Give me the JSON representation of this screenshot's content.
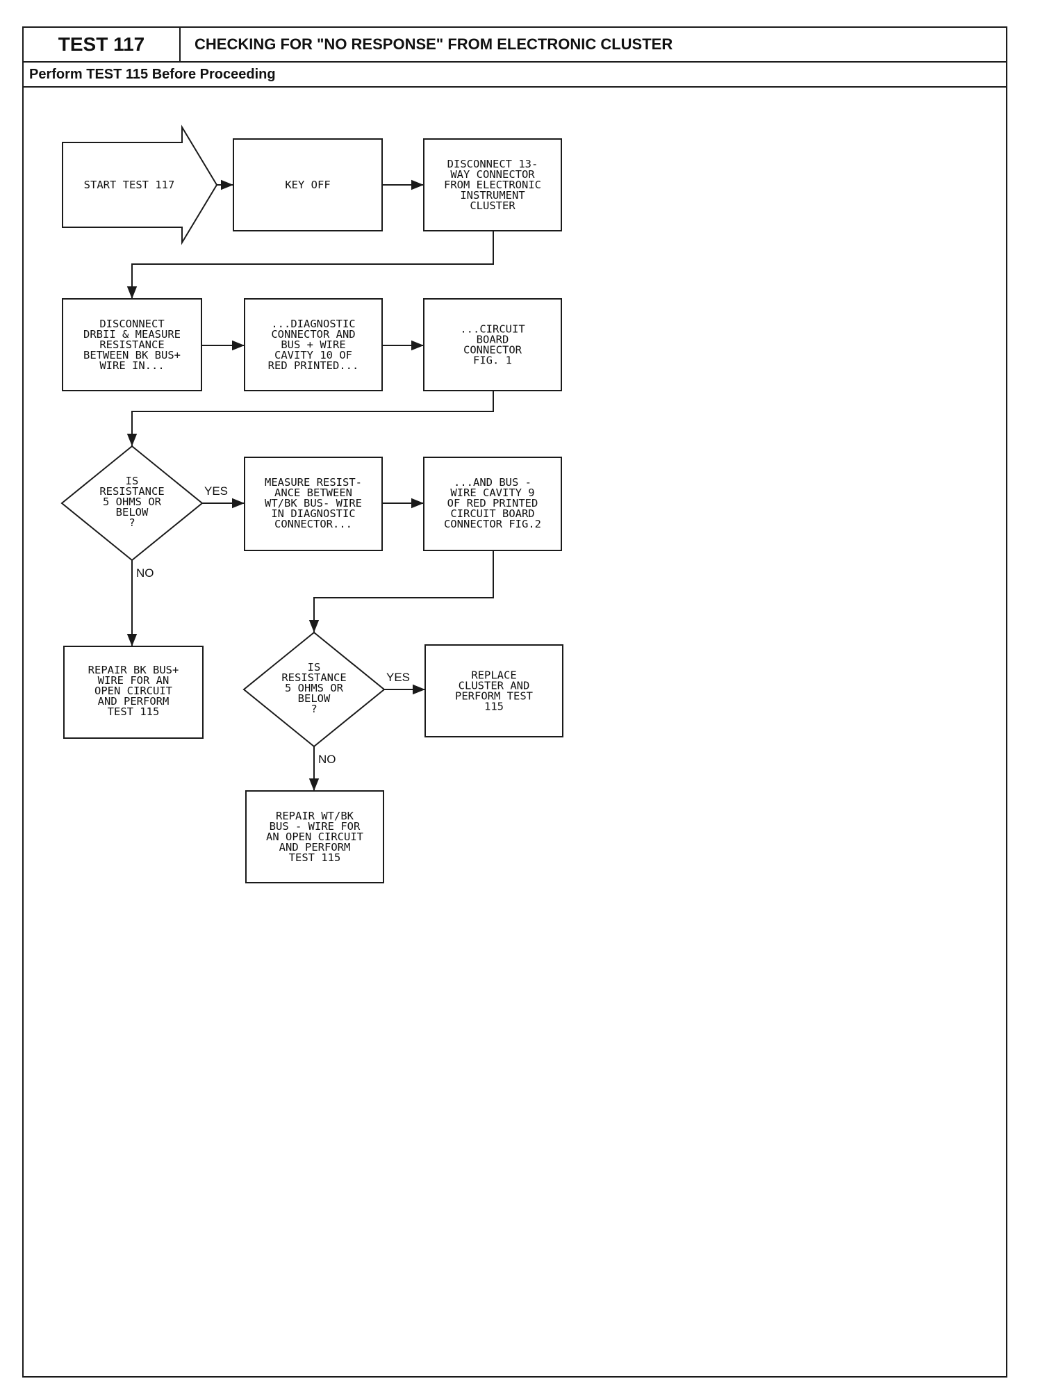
{
  "header": {
    "test_number": "TEST 117",
    "title": "CHECKING FOR \"NO RESPONSE\" FROM ELECTRONIC CLUSTER",
    "subtitle": "Perform TEST 115 Before Proceeding"
  },
  "nodes": {
    "start": [
      "START TEST 117"
    ],
    "key_off": [
      "KEY OFF"
    ],
    "disconnect_13way": [
      "DISCONNECT 13-",
      "WAY CONNECTOR",
      "FROM ELECTRONIC",
      "INSTRUMENT",
      "CLUSTER"
    ],
    "disconnect_drbii": [
      "DISCONNECT",
      "DRBII & MEASURE",
      "RESISTANCE",
      "BETWEEN BK BUS+",
      "WIRE IN..."
    ],
    "diag_connector": [
      "...DIAGNOSTIC",
      "CONNECTOR AND",
      "BUS + WIRE",
      "CAVITY 10 OF",
      "RED PRINTED..."
    ],
    "circuit_board": [
      "...CIRCUIT",
      "BOARD",
      "CONNECTOR",
      "FIG. 1"
    ],
    "decision1": [
      "IS",
      "RESISTANCE",
      "5 OHMS OR",
      "BELOW",
      "?"
    ],
    "measure_resist": [
      "MEASURE RESIST-",
      "ANCE BETWEEN",
      "WT/BK BUS- WIRE",
      "IN DIAGNOSTIC",
      "CONNECTOR..."
    ],
    "bus_minus": [
      "...AND BUS -",
      "WIRE CAVITY 9",
      "OF RED PRINTED",
      "CIRCUIT BOARD",
      "CONNECTOR FIG.2"
    ],
    "repair_bk": [
      "REPAIR BK BUS+",
      "WIRE FOR AN",
      "OPEN CIRCUIT",
      "AND PERFORM",
      "TEST 115"
    ],
    "decision2": [
      "IS",
      "RESISTANCE",
      "5 OHMS OR",
      "BELOW",
      "?"
    ],
    "replace_cluster": [
      "REPLACE",
      "CLUSTER AND",
      "PERFORM TEST",
      "115"
    ],
    "repair_wtbk": [
      "REPAIR WT/BK",
      "BUS - WIRE FOR",
      "AN OPEN CIRCUIT",
      "AND PERFORM",
      "TEST 115"
    ]
  },
  "labels": {
    "d1_yes": "YES",
    "d1_no": "NO",
    "d2_yes": "YES",
    "d2_no": "NO"
  }
}
